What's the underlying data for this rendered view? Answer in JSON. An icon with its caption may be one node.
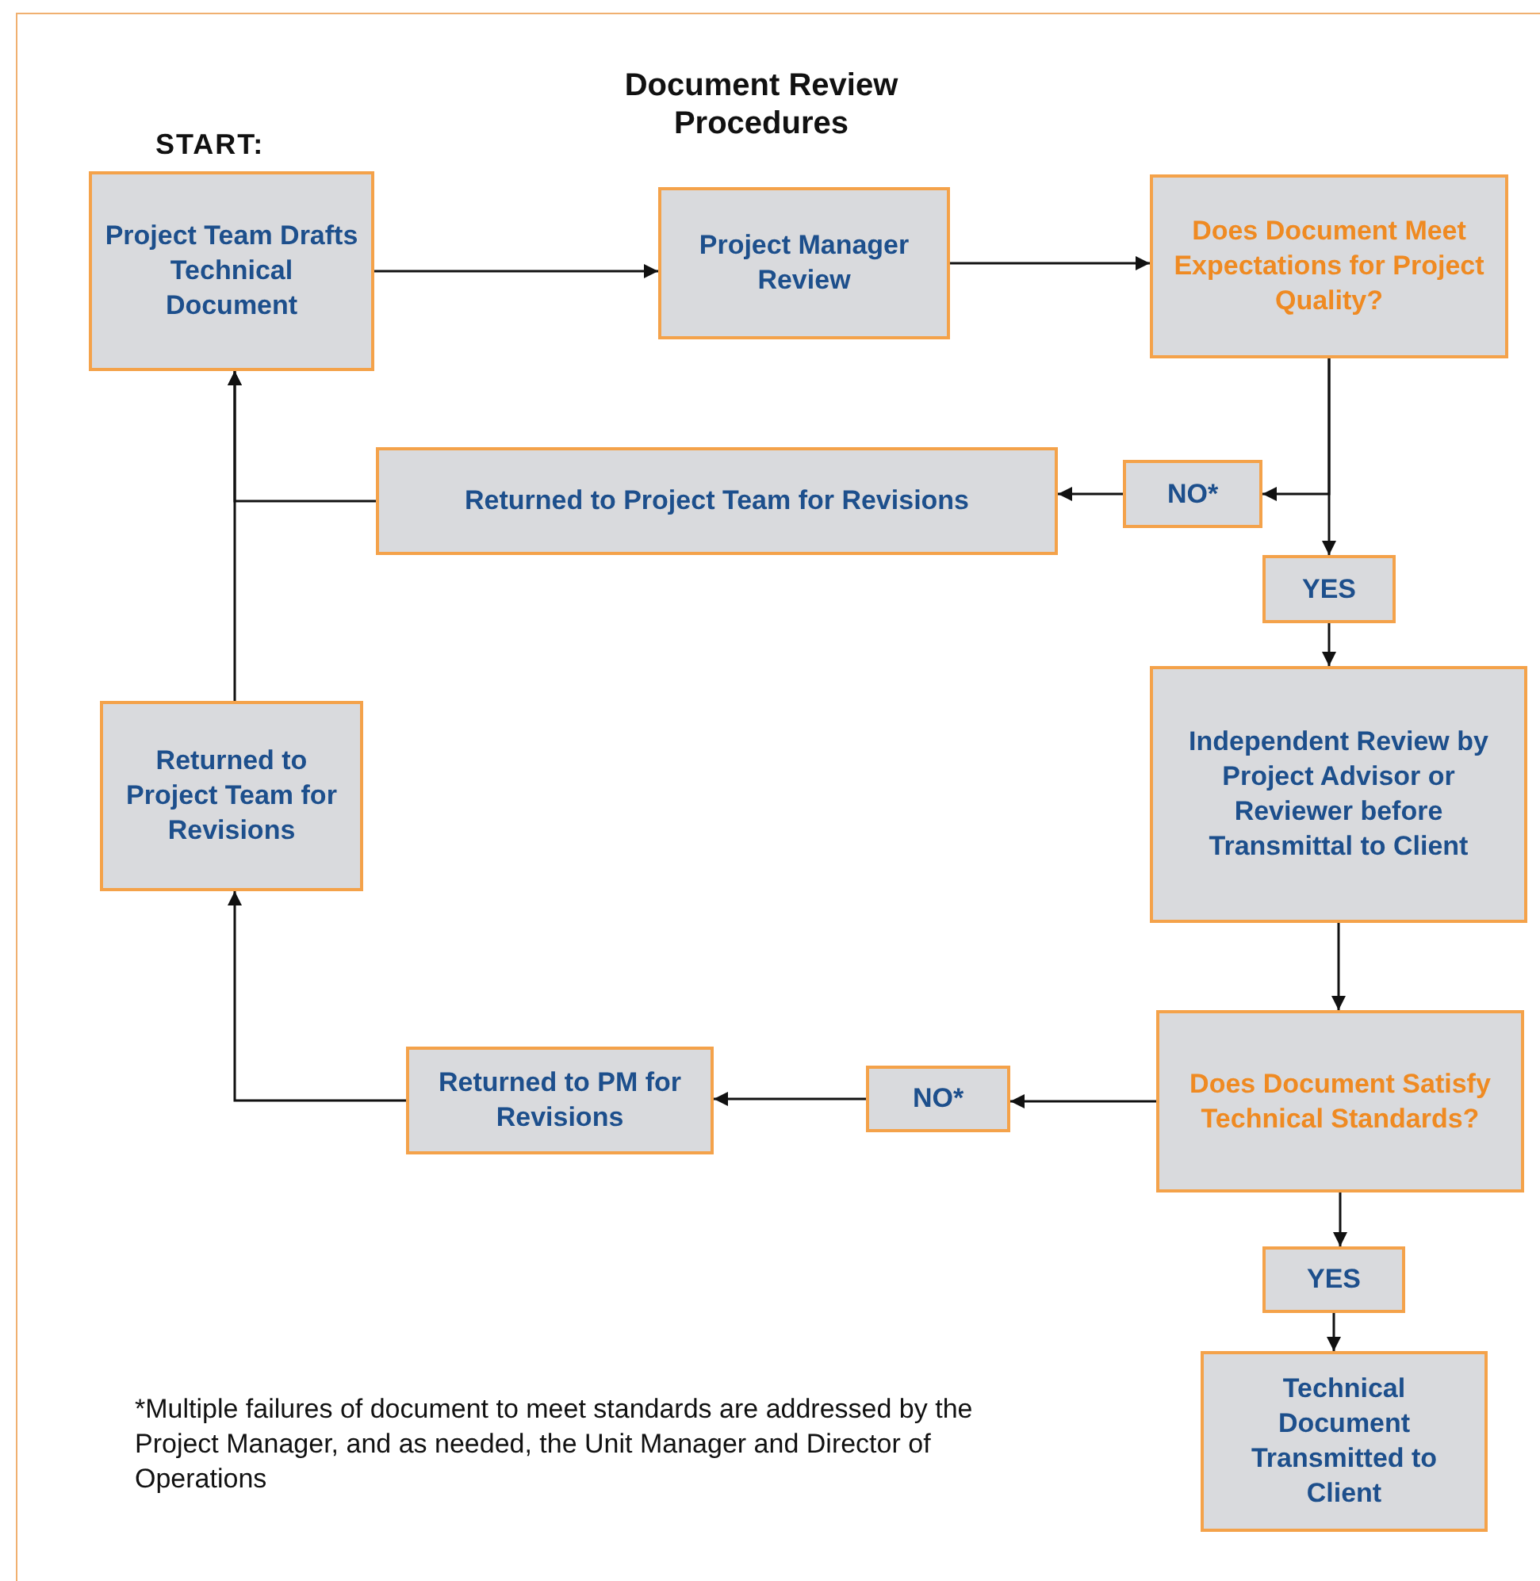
{
  "diagram": {
    "title": "Document Review Procedures",
    "nodes": [
      {
        "text": [
          "Project Team Drafts Technical Document"
        ],
        "beside": [
          "START:"
        ]
      },
      {
        "text": [
          "Project Manager Review"
        ]
      },
      {
        "text": [
          "Does Document Meet Expectations for Project Quality?"
        ]
      },
      {
        "text": [
          "NO*"
        ]
      },
      {
        "text": [
          "Returned to Project Team for Revisions"
        ]
      },
      {
        "text": [
          "YES"
        ]
      },
      {
        "text": [
          "Independent Review by Project Advisor or Reviewer before Transmittal to Client"
        ]
      },
      {
        "text": [
          "Does Document Satisfy Technical Standards?"
        ]
      },
      {
        "text": [
          "NO*"
        ]
      },
      {
        "text": [
          "Returned to PM for Revisions"
        ]
      },
      {
        "text": [
          "Returned to Project Team for Revisions"
        ]
      },
      {
        "text": [
          "YES"
        ]
      },
      {
        "text": [
          "Technical Document Transmitted to Client"
        ]
      }
    ],
    "edges": [
      {
        "from": 0,
        "to": 1,
        "arrow": "to"
      },
      {
        "from": 1,
        "to": 2,
        "arrow": "to"
      },
      {
        "from": 2,
        "to": 3,
        "arrow": "to"
      },
      {
        "from": 2,
        "to": 5,
        "arrow": "to"
      },
      {
        "from": 3,
        "to": 4,
        "arrow": "to"
      },
      {
        "from": 4,
        "to": 0,
        "arrow": "to"
      },
      {
        "from": 10,
        "to": 0,
        "arrow": "to"
      },
      {
        "from": 5,
        "to": 6,
        "arrow": "to"
      },
      {
        "from": 6,
        "to": 7,
        "arrow": "to"
      },
      {
        "from": 7,
        "to": 8,
        "arrow": "to"
      },
      {
        "from": 8,
        "to": 9,
        "arrow": "to"
      },
      {
        "from": 9,
        "to": 10,
        "arrow": "to"
      },
      {
        "from": 7,
        "to": 11,
        "arrow": "to"
      },
      {
        "from": 11,
        "to": 12,
        "arrow": "to"
      }
    ],
    "labels": [
      "*Multiple failures of document to meet standards are addressed by the Project Manager, and as needed, the Unit Manager and Director of Operations"
    ]
  }
}
